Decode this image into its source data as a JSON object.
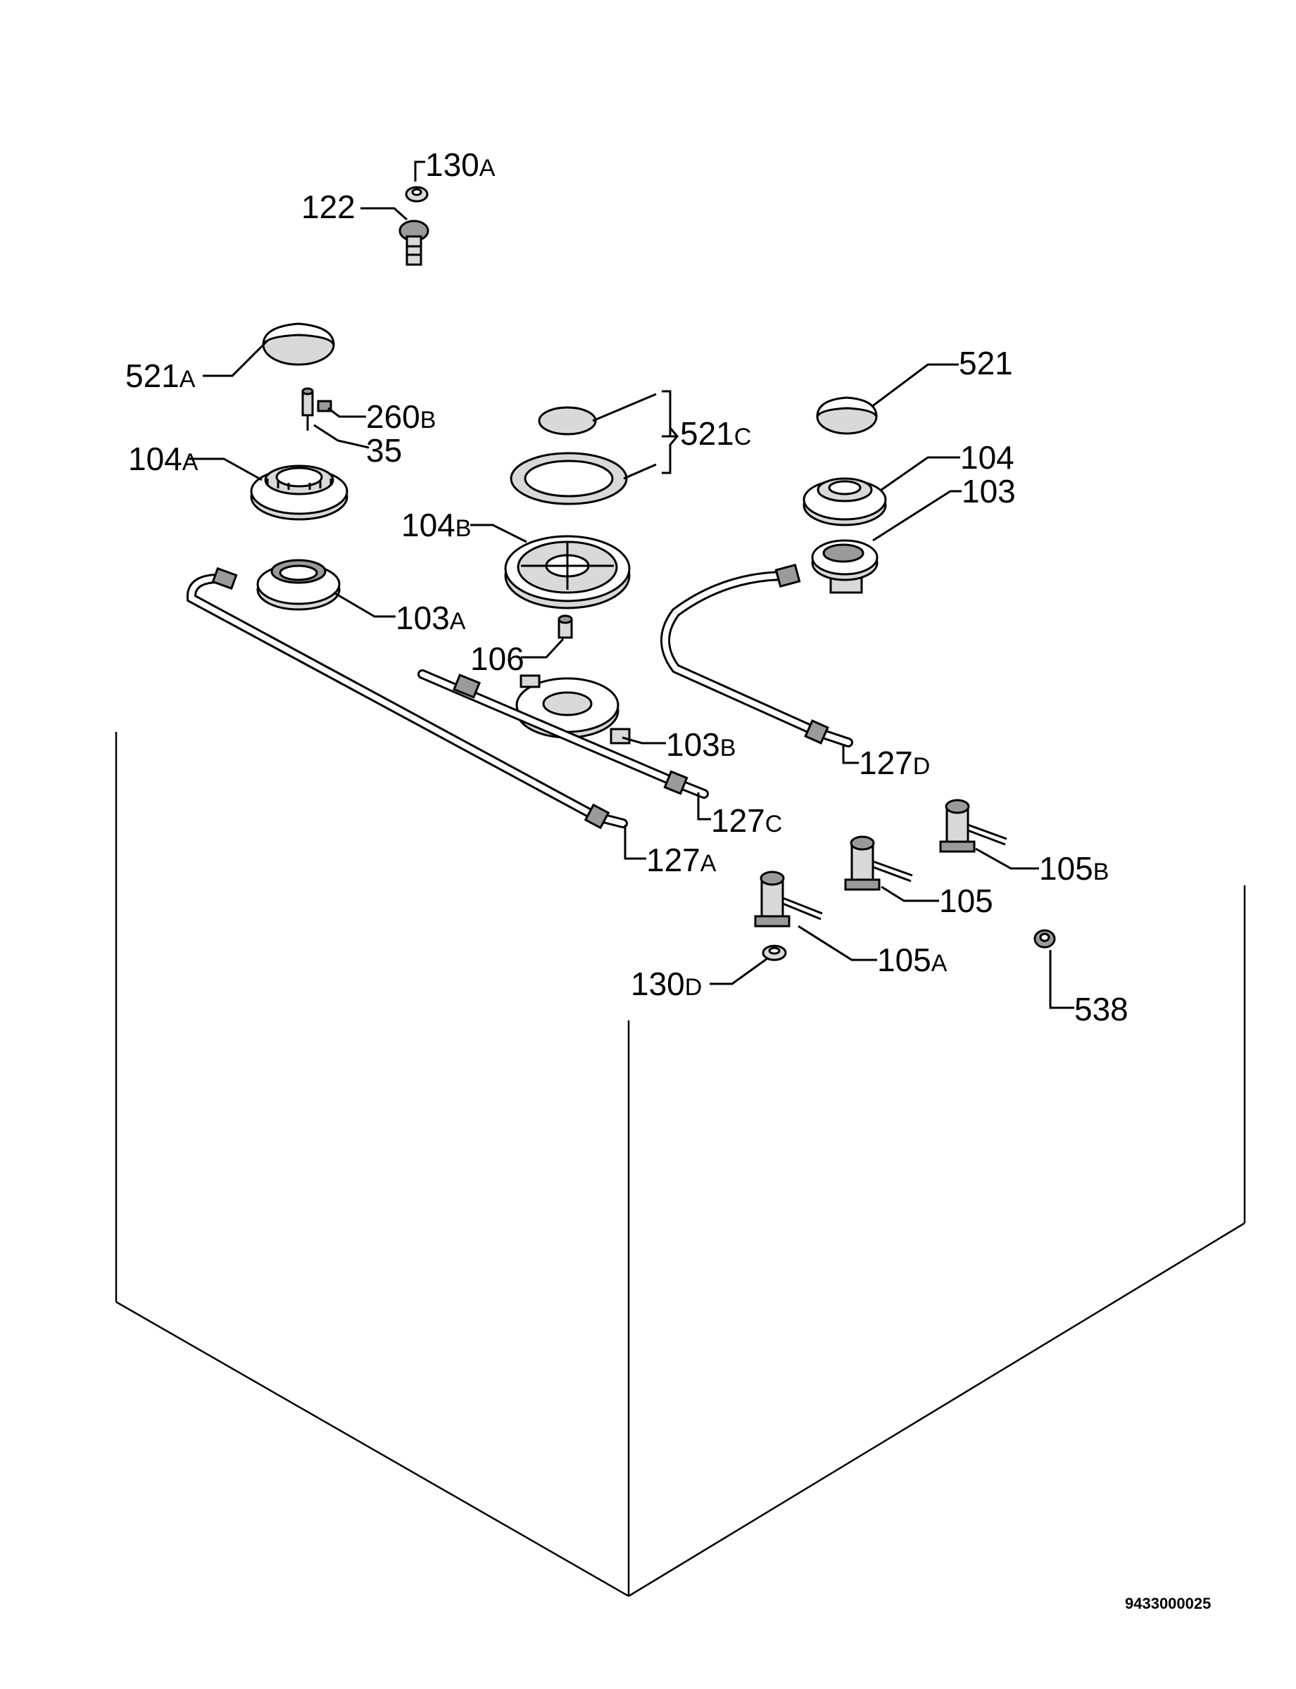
{
  "doc_number": "9433000025",
  "labels": [
    {
      "id": "130A",
      "num": "130",
      "suffix": "A"
    },
    {
      "id": "122",
      "num": "122",
      "suffix": ""
    },
    {
      "id": "521A",
      "num": "521",
      "suffix": "A"
    },
    {
      "id": "260B",
      "num": "260",
      "suffix": "B"
    },
    {
      "id": "35",
      "num": "35",
      "suffix": ""
    },
    {
      "id": "104A",
      "num": "104",
      "suffix": "A"
    },
    {
      "id": "103A",
      "num": "103",
      "suffix": "A"
    },
    {
      "id": "521C",
      "num": "521",
      "suffix": "C"
    },
    {
      "id": "104B",
      "num": "104",
      "suffix": "B"
    },
    {
      "id": "106",
      "num": "106",
      "suffix": ""
    },
    {
      "id": "103B",
      "num": "103",
      "suffix": "B"
    },
    {
      "id": "127C",
      "num": "127",
      "suffix": "C"
    },
    {
      "id": "127A",
      "num": "127",
      "suffix": "A"
    },
    {
      "id": "521",
      "num": "521",
      "suffix": ""
    },
    {
      "id": "104",
      "num": "104",
      "suffix": ""
    },
    {
      "id": "103",
      "num": "103",
      "suffix": ""
    },
    {
      "id": "127D",
      "num": "127",
      "suffix": "D"
    },
    {
      "id": "105B",
      "num": "105",
      "suffix": "B"
    },
    {
      "id": "105",
      "num": "105",
      "suffix": ""
    },
    {
      "id": "105A",
      "num": "105",
      "suffix": "A"
    },
    {
      "id": "130D",
      "num": "130",
      "suffix": "D"
    },
    {
      "id": "538",
      "num": "538",
      "suffix": ""
    }
  ]
}
